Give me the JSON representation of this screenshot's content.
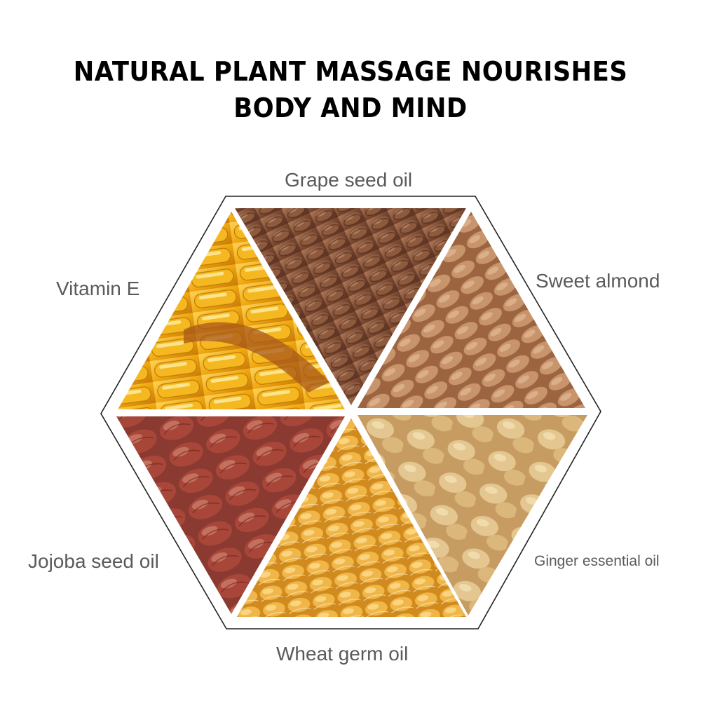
{
  "header": {
    "title_line1": "NATURAL PLANT MASSAGE NOURISHES",
    "title_line2": "BODY AND MIND"
  },
  "ingredients": [
    {
      "label": "Grape seed oil",
      "position": "top",
      "colors": {
        "base": "#8a5a3c",
        "mid": "#6b3f28",
        "light": "#b07a5a"
      }
    },
    {
      "label": "Sweet almond",
      "position": "top-right",
      "colors": {
        "base": "#c8946c",
        "mid": "#a86e48",
        "light": "#e3bda0"
      }
    },
    {
      "label": "Ginger essential oil",
      "position": "bottom-right",
      "colors": {
        "base": "#d8b27a",
        "mid": "#b98c52",
        "light": "#efd9a8"
      }
    },
    {
      "label": "Wheat germ oil",
      "position": "bottom",
      "colors": {
        "base": "#e8a83a",
        "mid": "#c98420",
        "light": "#f6d27a"
      }
    },
    {
      "label": "Jojoba seed oil",
      "position": "bottom-left",
      "colors": {
        "base": "#a8463a",
        "mid": "#7e2a24",
        "light": "#c97a68"
      }
    },
    {
      "label": "Vitamin E",
      "position": "top-left",
      "colors": {
        "base": "#f0a810",
        "mid": "#c77a08",
        "light": "#fcd35a"
      }
    }
  ],
  "outline_color": "#222222",
  "label_color": "#5a5a5a"
}
